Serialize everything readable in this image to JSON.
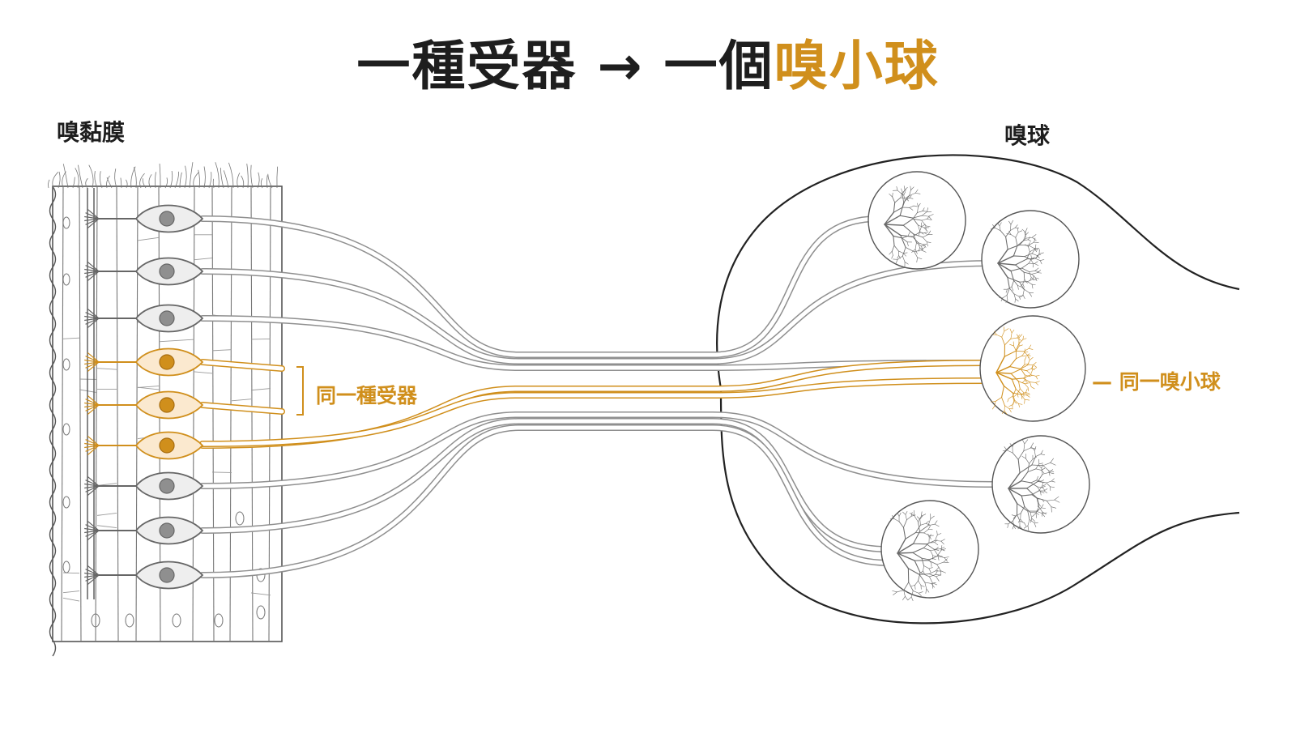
{
  "title": {
    "prefix": "一種受器 → 一個",
    "highlight": "嗅小球"
  },
  "labels": {
    "mucosa": "嗅黏膜",
    "bulb": "嗅球",
    "same_receptor": "同一種受器",
    "same_glomerulus": "— 同一嗅小球"
  },
  "colors": {
    "highlight": "#d08f1c",
    "text": "#1e1e1e",
    "line": "#888888"
  },
  "neurons": [
    {
      "type": "gray"
    },
    {
      "type": "gray"
    },
    {
      "type": "gray"
    },
    {
      "type": "orange"
    },
    {
      "type": "orange"
    },
    {
      "type": "orange"
    },
    {
      "type": "gray"
    },
    {
      "type": "gray"
    },
    {
      "type": "gray"
    }
  ],
  "glomeruli": [
    {
      "type": "gray"
    },
    {
      "type": "gray"
    },
    {
      "type": "orange"
    },
    {
      "type": "gray"
    },
    {
      "type": "gray"
    }
  ]
}
